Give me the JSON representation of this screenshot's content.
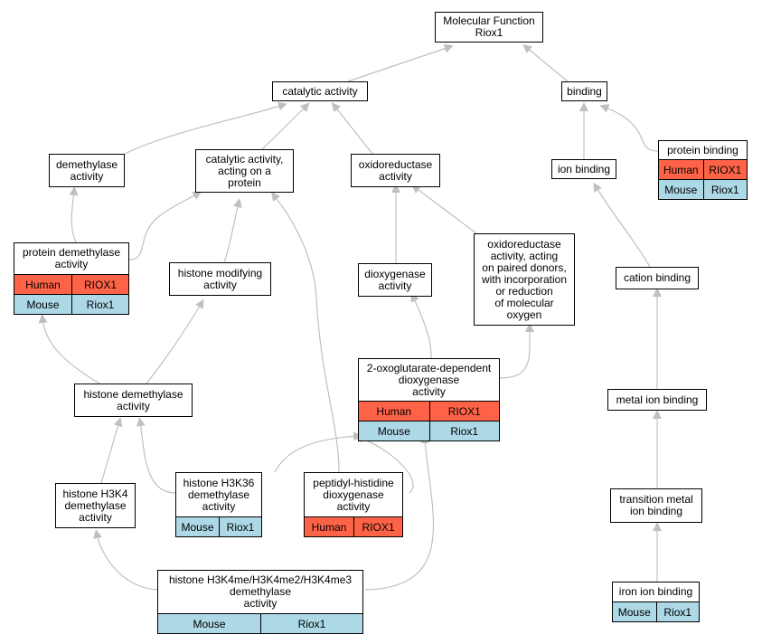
{
  "colors": {
    "human": "#ff6347",
    "mouse": "#add8e6",
    "edge": "#c0c0c0"
  },
  "nodes": [
    {
      "id": "mf",
      "lines": [
        "Molecular Function",
        "Riox1"
      ],
      "rows": []
    },
    {
      "id": "catalytic",
      "lines": [
        "catalytic activity"
      ],
      "rows": []
    },
    {
      "id": "binding",
      "lines": [
        "binding"
      ],
      "rows": []
    },
    {
      "id": "demethylase",
      "lines": [
        "demethylase",
        "activity"
      ],
      "rows": []
    },
    {
      "id": "cat_protein",
      "lines": [
        "catalytic activity,",
        "acting on a",
        "protein"
      ],
      "rows": []
    },
    {
      "id": "oxidoreductase",
      "lines": [
        "oxidoreductase",
        "activity"
      ],
      "rows": []
    },
    {
      "id": "ion_binding",
      "lines": [
        "ion binding"
      ],
      "rows": []
    },
    {
      "id": "protein_binding",
      "lines": [
        "protein binding"
      ],
      "rows": [
        {
          "species": "Human",
          "gene": "RIOX1"
        },
        {
          "species": "Mouse",
          "gene": "Riox1"
        }
      ]
    },
    {
      "id": "protein_demethylase",
      "lines": [
        "protein demethylase",
        "activity"
      ],
      "rows": [
        {
          "species": "Human",
          "gene": "RIOX1"
        },
        {
          "species": "Mouse",
          "gene": "Riox1"
        }
      ]
    },
    {
      "id": "histone_modifying",
      "lines": [
        "histone modifying",
        "activity"
      ],
      "rows": []
    },
    {
      "id": "dioxygenase",
      "lines": [
        "dioxygenase",
        "activity"
      ],
      "rows": []
    },
    {
      "id": "oxido_paired",
      "lines": [
        "oxidoreductase",
        "activity, acting",
        "on paired donors,",
        "with incorporation",
        "or reduction",
        "of molecular",
        "oxygen"
      ],
      "rows": []
    },
    {
      "id": "cation_binding",
      "lines": [
        "cation binding"
      ],
      "rows": []
    },
    {
      "id": "histone_demethylase",
      "lines": [
        "histone demethylase",
        "activity"
      ],
      "rows": []
    },
    {
      "id": "oxoglutarate",
      "lines": [
        "2-oxoglutarate-dependent",
        "dioxygenase",
        "activity"
      ],
      "rows": [
        {
          "species": "Human",
          "gene": "RIOX1"
        },
        {
          "species": "Mouse",
          "gene": "Riox1"
        }
      ]
    },
    {
      "id": "metal_ion",
      "lines": [
        "metal ion binding"
      ],
      "rows": []
    },
    {
      "id": "h3k4",
      "lines": [
        "histone H3K4",
        "demethylase",
        "activity"
      ],
      "rows": []
    },
    {
      "id": "h3k36",
      "lines": [
        "histone H3K36",
        "demethylase",
        "activity"
      ],
      "rows": [
        {
          "species": "Mouse",
          "gene": "Riox1"
        }
      ]
    },
    {
      "id": "peptidyl",
      "lines": [
        "peptidyl-histidine",
        "dioxygenase",
        "activity"
      ],
      "rows": [
        {
          "species": "Human",
          "gene": "RIOX1"
        }
      ]
    },
    {
      "id": "transition_metal",
      "lines": [
        "transition metal",
        "ion binding"
      ],
      "rows": []
    },
    {
      "id": "h3k4me",
      "lines": [
        "histone H3K4me/H3K4me2/H3K4me3",
        "demethylase",
        "activity"
      ],
      "rows": [
        {
          "species": "Mouse",
          "gene": "Riox1"
        }
      ]
    },
    {
      "id": "iron_ion",
      "lines": [
        "iron ion binding"
      ],
      "rows": [
        {
          "species": "Mouse",
          "gene": "Riox1"
        }
      ]
    }
  ]
}
